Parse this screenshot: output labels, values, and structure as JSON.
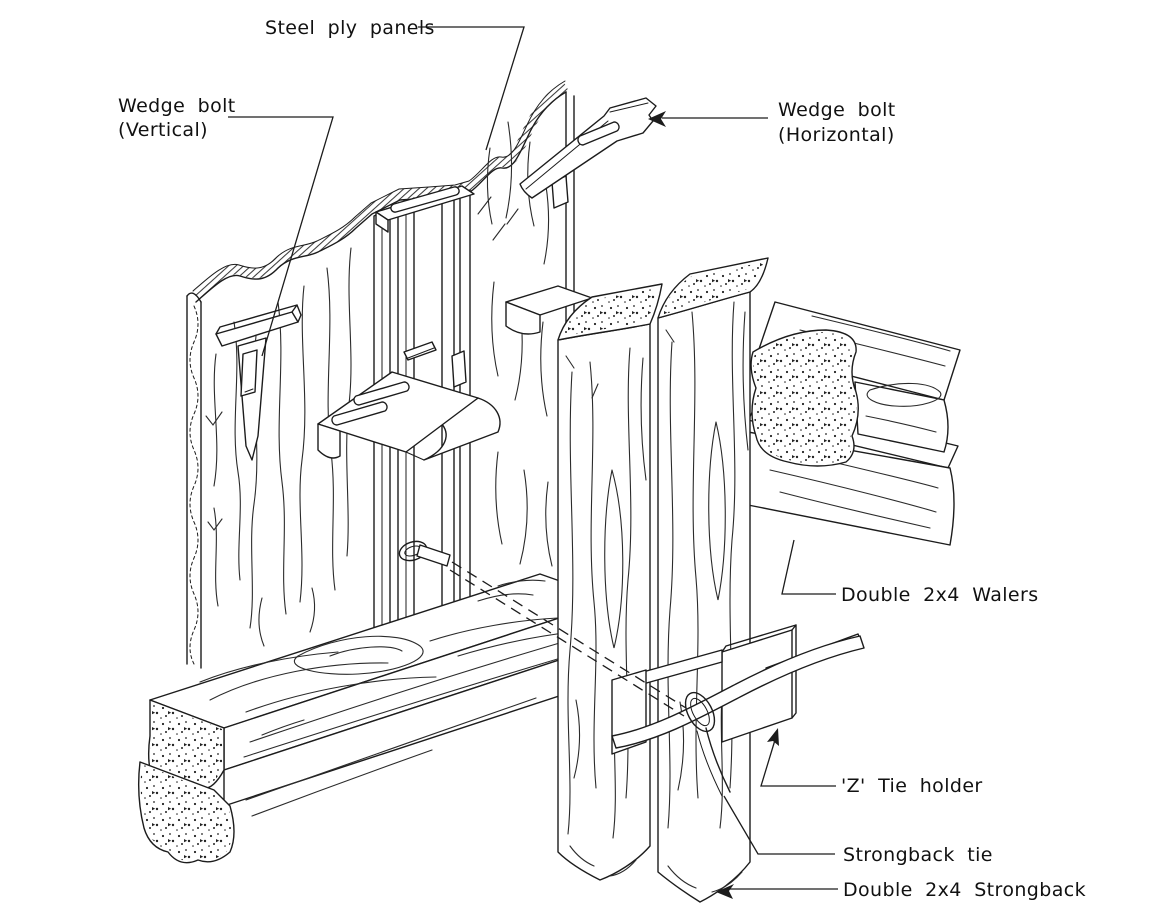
{
  "diagram": {
    "background_color": "#ffffff",
    "line_color": "#1c1c1c",
    "callouts": {
      "steel_ply_panels": "Steel ply panels",
      "wedge_bolt_vertical": [
        "Wedge bolt",
        "(Vertical)"
      ],
      "wedge_bolt_horizontal": [
        "Wedge bolt",
        "(Horizontal)"
      ],
      "double_2x4_walers": "Double 2x4 Walers",
      "z_tie_holder": "'Z' Tie holder",
      "strongback_tie": "Strongback tie",
      "double_2x4_strongback": "Double 2x4 Strongback"
    }
  }
}
